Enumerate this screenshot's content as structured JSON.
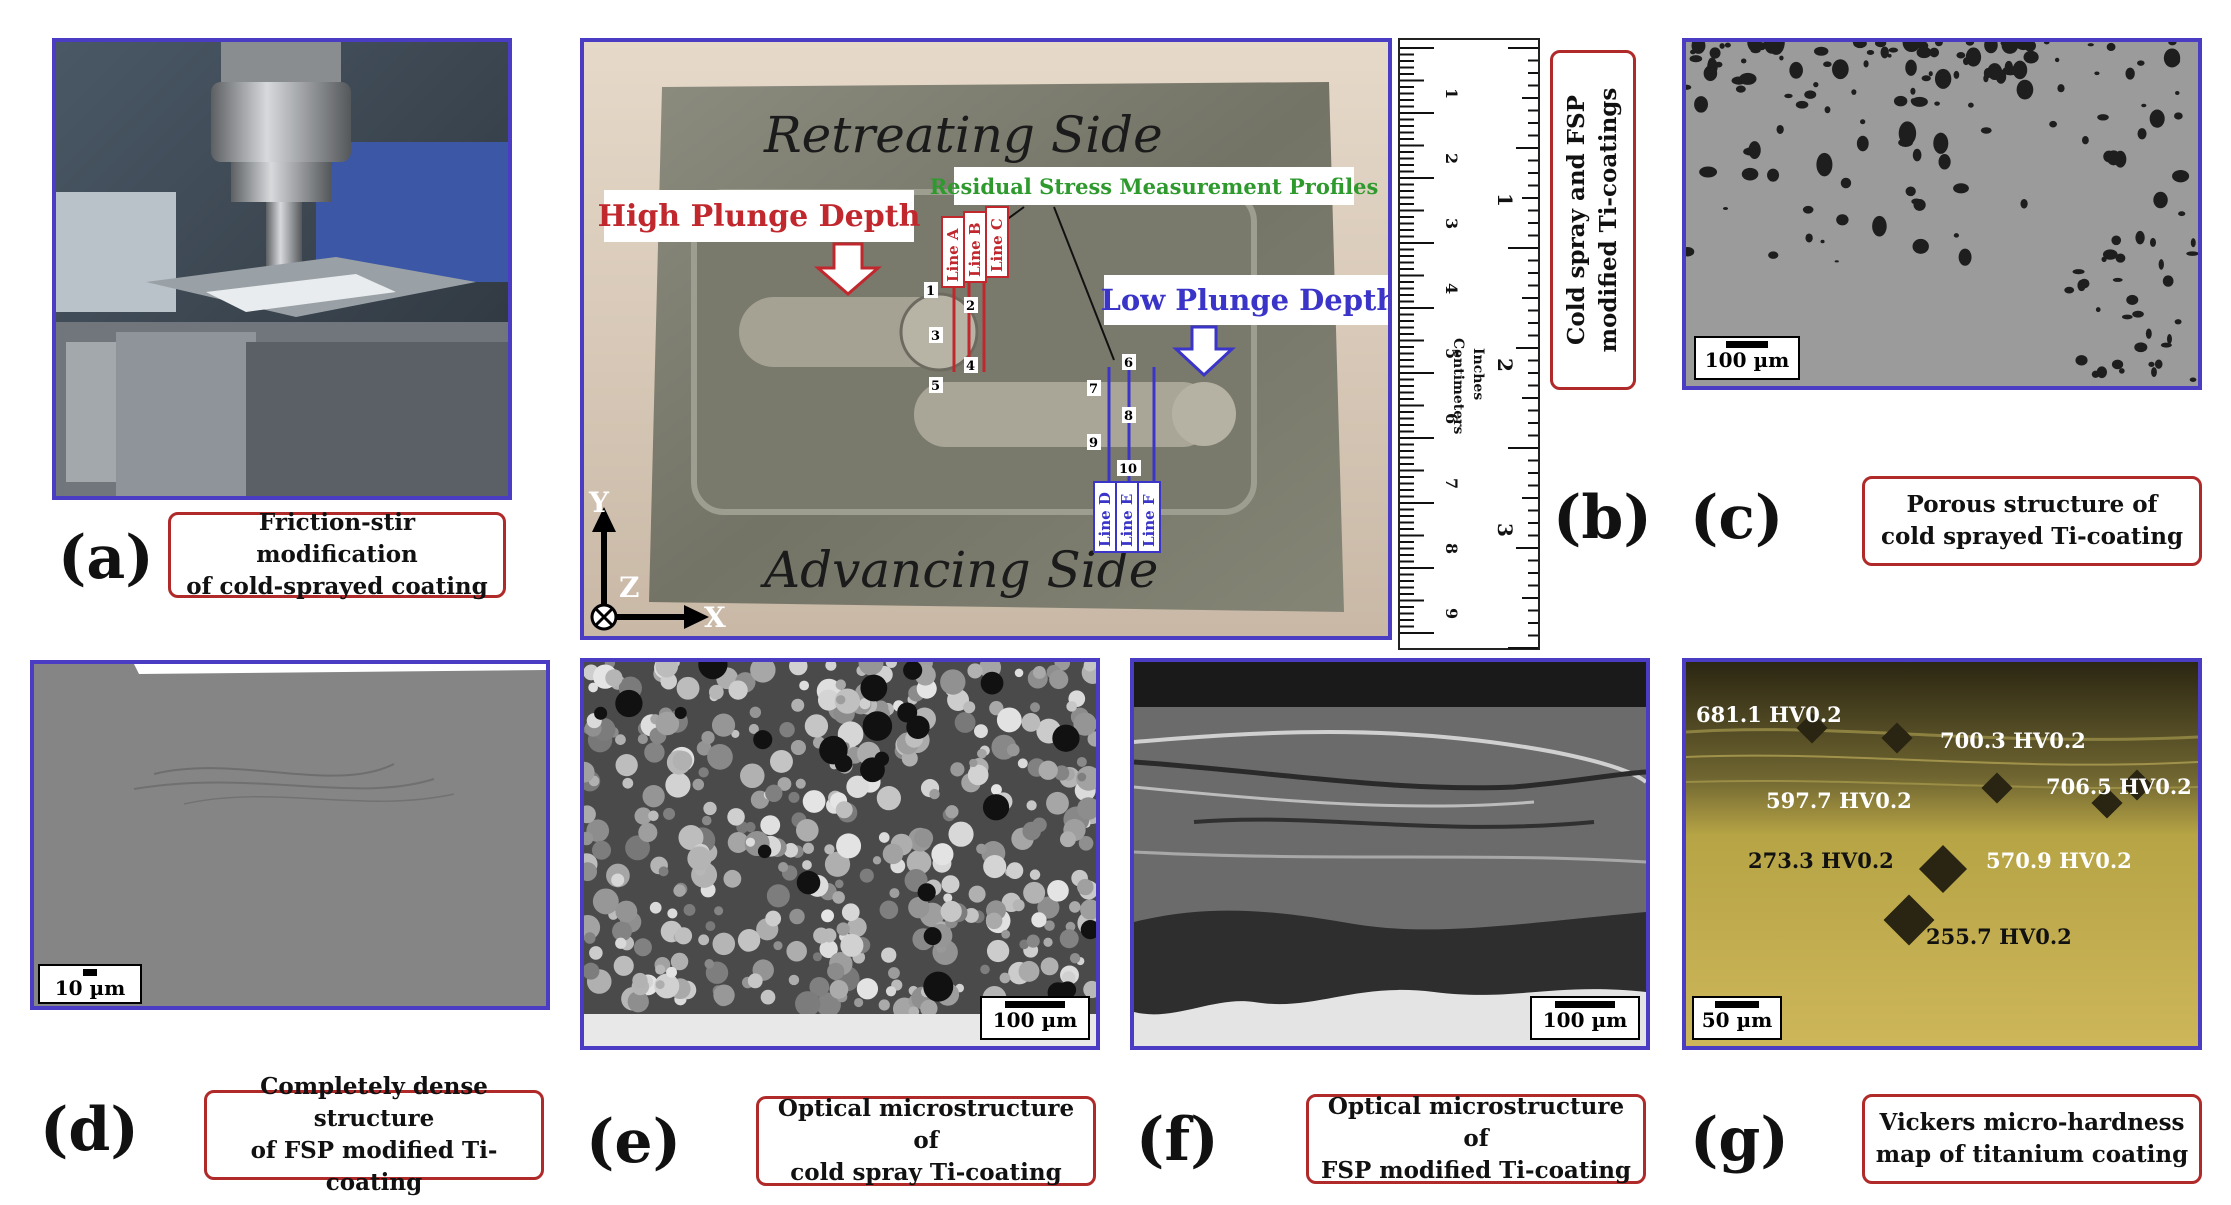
{
  "panel_labels": {
    "a": "(a)",
    "b": "(b)",
    "c": "(c)",
    "d": "(d)",
    "e": "(e)",
    "f": "(f)",
    "g": "(g)"
  },
  "captions": {
    "a": "Friction-stir modification\nof cold-sprayed coating",
    "b": "Cold spray and FSP\nmodified Ti-coatings",
    "c": "Porous structure of\ncold sprayed Ti-coating",
    "d": "Completely dense structure\nof FSP modified Ti-coating",
    "e": "Optical microstructure of\ncold spray Ti-coating",
    "f": "Optical microstructure of\nFSP modified Ti-coating",
    "g": "Vickers micro-hardness\nmap of titanium coating"
  },
  "scale_bars": {
    "c": "100 µm",
    "d": "10 µm",
    "e": "100 µm",
    "f": "100 µm",
    "g": "50 µm"
  },
  "photo_b": {
    "top_handwriting": "Retreating Side",
    "bottom_handwriting": "Advancing Side",
    "high_plunge": "High Plunge Depth",
    "low_plunge": "Low Plunge Depth",
    "residual": "Residual Stress Measurement Profiles",
    "lines_left": [
      "Line A",
      "Line B",
      "Line C"
    ],
    "lines_right": [
      "Line D",
      "Line E",
      "Line F"
    ],
    "points": [
      "1",
      "2",
      "3",
      "4",
      "5",
      "6",
      "7",
      "8",
      "9",
      "10"
    ],
    "axes": {
      "y": "Y",
      "z": "Z",
      "x": "X"
    }
  },
  "ruler": {
    "cm_numbers": [
      "1",
      "2",
      "3",
      "4",
      "5",
      "6",
      "7",
      "8",
      "9"
    ],
    "inch_numbers": [
      "1",
      "2",
      "3"
    ],
    "cm_label": "Centimeters",
    "inch_label": "Inches"
  },
  "hardness": [
    {
      "text": "681.1 HV0.2",
      "color": "#ffffff"
    },
    {
      "text": "700.3 HV0.2",
      "color": "#ffffff"
    },
    {
      "text": "706.5 HV0.2",
      "color": "#ffffff"
    },
    {
      "text": "597.7 HV0.2",
      "color": "#ffffff"
    },
    {
      "text": "273.3 HV0.2",
      "color": "#111111"
    },
    {
      "text": "570.9 HV0.2",
      "color": "#ffffff"
    },
    {
      "text": "255.7 HV0.2",
      "color": "#111111"
    }
  ],
  "colors": {
    "panel_border": "#4b3cc4",
    "caption_border": "#b02a2a",
    "high_plunge": "#c0282e",
    "low_plunge": "#3a34c8",
    "residual": "#2e9a2e"
  }
}
